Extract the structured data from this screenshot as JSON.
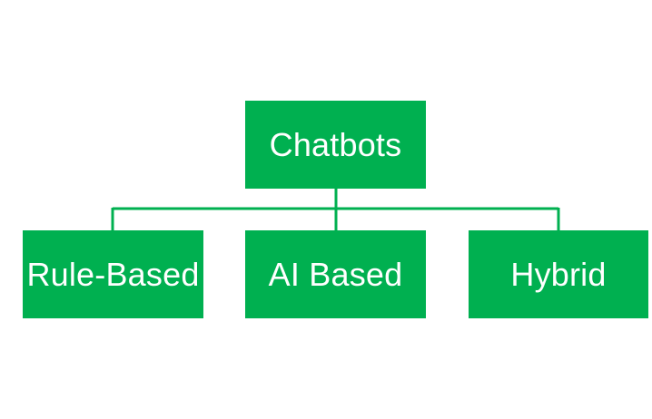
{
  "colors": {
    "node_fill": "#00b050",
    "connector": "#00b050",
    "text": "#ffffff"
  },
  "diagram": {
    "root": {
      "label": "Chatbots"
    },
    "children": [
      {
        "label": "Rule-Based"
      },
      {
        "label": "AI Based"
      },
      {
        "label": "Hybrid"
      }
    ]
  }
}
